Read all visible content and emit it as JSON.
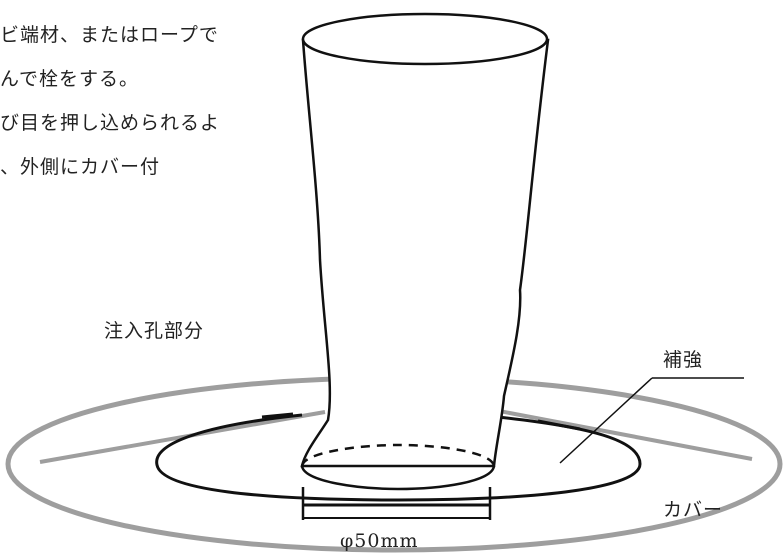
{
  "note_lines": [
    "ビ端材、またはロープで",
    "んで栓をする。",
    "び目を押し込められるよ",
    "、外側にカバー付"
  ],
  "labels": {
    "injection_port": "注入孔部分",
    "reinforcement": "補強",
    "cover": "カバー",
    "diameter": "φ50mm"
  }
}
